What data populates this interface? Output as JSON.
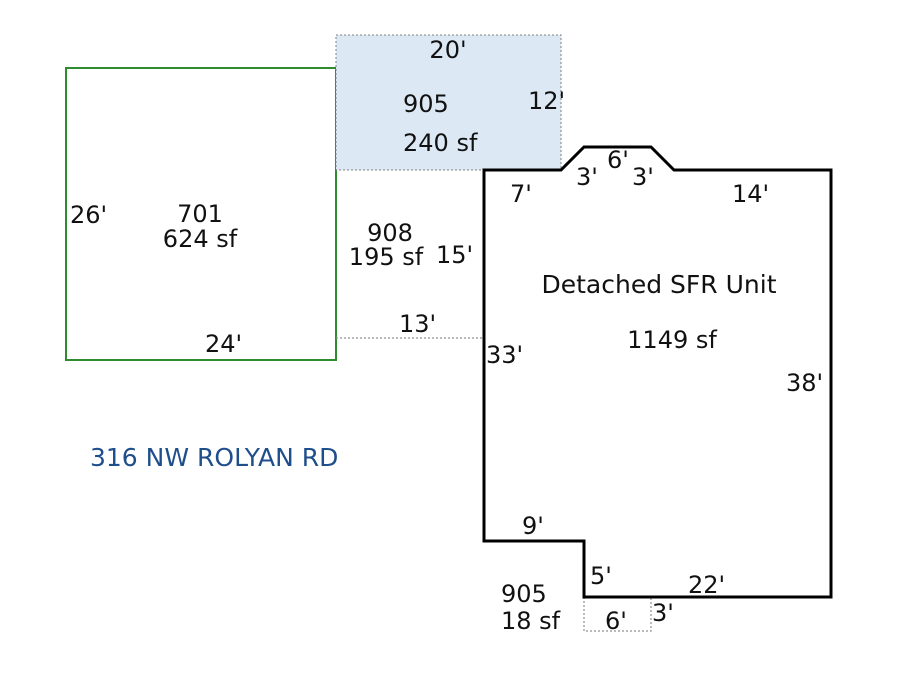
{
  "colors": {
    "garage_outline": "#2e8b2e",
    "porch_fill": "#dce9f5",
    "porch_outline": "#808080",
    "main_outline": "#000000",
    "dotted_line": "#909090",
    "address_text": "#1f4e8c"
  },
  "garage": {
    "code": "701",
    "area": "624 sf",
    "dim_left": "26'",
    "dim_bottom": "24'"
  },
  "porch": {
    "code": "905",
    "area": "240 sf",
    "dim_top": "20'",
    "dim_right": "12'"
  },
  "breezeway": {
    "code": "908",
    "area": "195 sf",
    "dim_right": "15'",
    "dim_bottom": "13'"
  },
  "house": {
    "title": "Detached SFR Unit",
    "area": "1149 sf",
    "dim_top_left": "7'",
    "dim_bay_left": "3'",
    "dim_bay_top": "6'",
    "dim_bay_right": "3'",
    "dim_top_right": "14'",
    "dim_left": "33'",
    "dim_right": "38'",
    "dim_notch_bottom": "9'",
    "dim_notch_side": "5'",
    "dim_bottom": "22'"
  },
  "stoop": {
    "code": "905",
    "area": "18 sf",
    "dim_bottom": "6'",
    "dim_right": "3'"
  },
  "address": "316 NW ROLYAN RD"
}
